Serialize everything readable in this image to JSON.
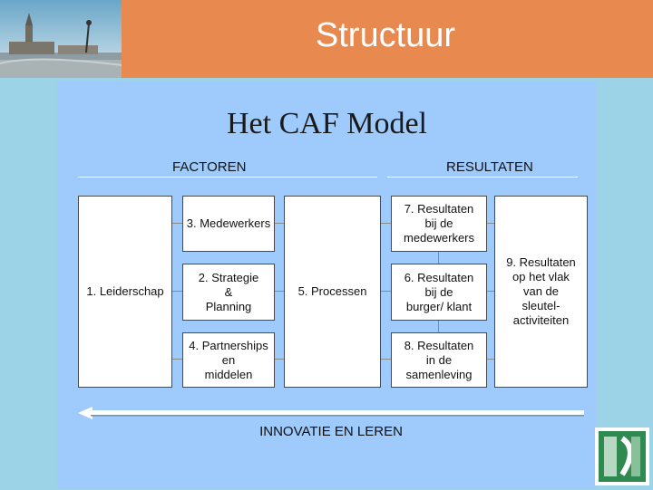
{
  "header": {
    "title": "Structuur"
  },
  "panel": {
    "title": "Het CAF Model"
  },
  "sections": {
    "factors": "FACTOREN",
    "results": "RESULTATEN"
  },
  "boxes": {
    "leadership": "1. Leiderschap",
    "employees": "3. Medewerkers",
    "strategy": "2. Strategie\n&\nPlanning",
    "partnerships": "4. Partnerships\nen\nmiddelen",
    "processes": "5. Processen",
    "results_employees": "7. Resultaten\nbij de\nmedewerkers",
    "results_citizens": "6. Resultaten\nbij de\nburger/ klant",
    "results_society": "8. Resultaten\nin de\nsamenleving",
    "key_results": "9. Resultaten\nop het vlak\nvan de\nsleutel-\nactiviteiten"
  },
  "footer": {
    "label": "INNOVATIE EN LEREN"
  },
  "colors": {
    "header": "#e8894f",
    "background": "#9dd3e6",
    "panel": "#9fcbfc",
    "box": "#ffffff"
  },
  "icons": [
    "city-photo-icon",
    "logo-icon",
    "arrow-left-icon"
  ]
}
